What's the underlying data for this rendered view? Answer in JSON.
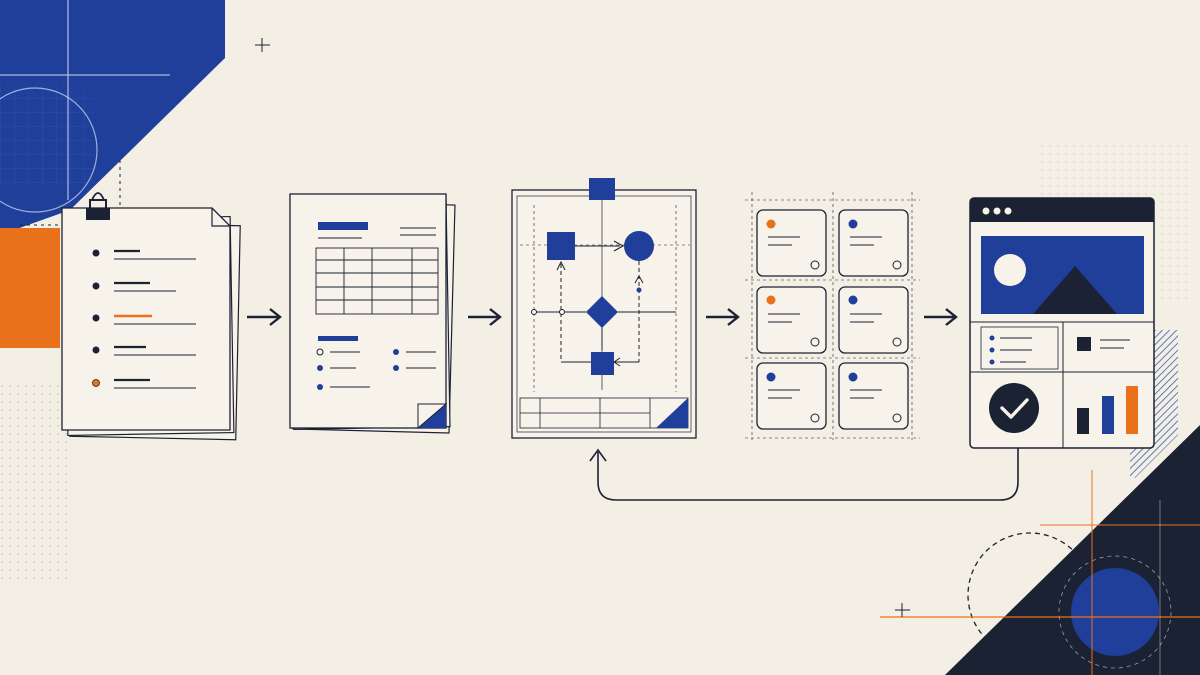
{
  "diagram": {
    "stages": [
      {
        "id": "requirements",
        "icon": "clipped-document-stack-icon"
      },
      {
        "id": "specification",
        "icon": "table-document-stack-icon"
      },
      {
        "id": "flow-design",
        "icon": "flowchart-blueprint-icon"
      },
      {
        "id": "components",
        "icon": "card-grid-icon"
      },
      {
        "id": "interface",
        "icon": "app-window-icon"
      }
    ],
    "feedback_loop": {
      "from": "interface",
      "to": "flow-design"
    },
    "colors": {
      "background": "#f4efe4",
      "ink": "#1b2233",
      "blue": "#1f3f9a",
      "orange": "#e9711c",
      "paper": "#f7f3ea"
    }
  }
}
